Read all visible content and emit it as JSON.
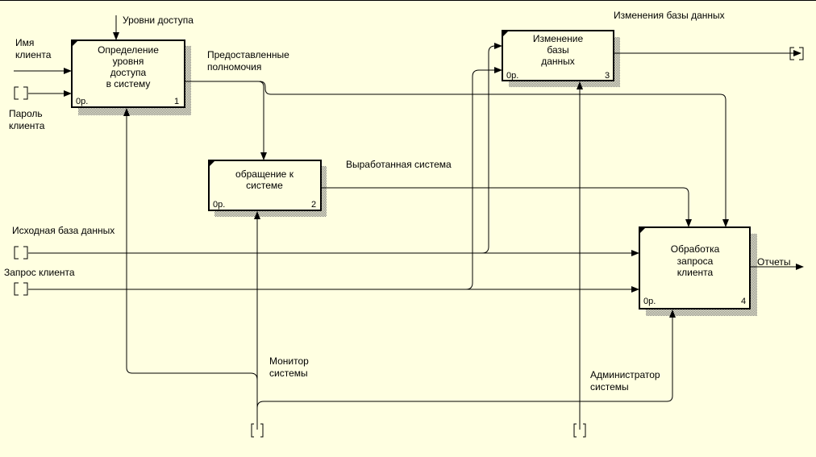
{
  "colors": {
    "background": "#ffffe1",
    "line": "#000000",
    "shadow": "#7a7a7a"
  },
  "boxes": [
    {
      "id": "1",
      "title_lines": [
        "Определение",
        "уровня",
        "доступа",
        "в систему"
      ],
      "cost": "0р.",
      "number": "1"
    },
    {
      "id": "2",
      "title_lines": [
        "обращение к",
        "системе"
      ],
      "cost": "0р.",
      "number": "2"
    },
    {
      "id": "3",
      "title_lines": [
        "Изменение",
        "базы",
        "данных"
      ],
      "cost": "0р.",
      "number": "3"
    },
    {
      "id": "4",
      "title_lines": [
        "Обработка",
        "запроса",
        "клиента"
      ],
      "cost": "0р.",
      "number": "4"
    }
  ],
  "arrow_labels": {
    "access_levels": [
      "Уровни доступа"
    ],
    "client_name": [
      "Имя",
      "клиента"
    ],
    "client_password": [
      "Пароль",
      "клиента"
    ],
    "granted_rights": [
      "Предоставленные",
      "полномочия"
    ],
    "db_changes": [
      "Изменения базы данных"
    ],
    "developed_system": [
      "Выработанная система"
    ],
    "source_db": [
      "Исходная база данных"
    ],
    "client_request": [
      "Запрос клиента"
    ],
    "reports": [
      "Отчеты"
    ],
    "system_monitor": [
      "Монитор",
      "системы"
    ],
    "administrator": [
      "Администратор",
      "системы"
    ]
  }
}
